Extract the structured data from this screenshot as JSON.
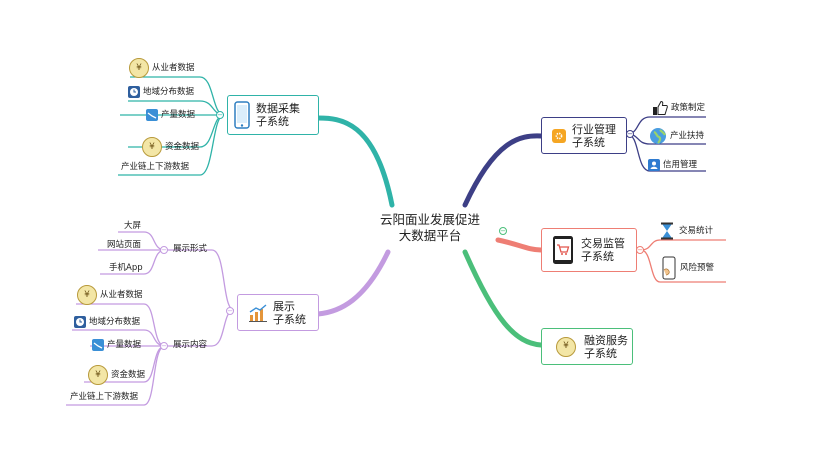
{
  "center": {
    "title": "云阳面业发展促进\n大数据平台"
  },
  "branches": {
    "data_collection": {
      "label": "数据采集\n子系统",
      "items": [
        "从业者数据",
        "地域分布数据",
        "产量数据",
        "资金数据",
        "产业链上下游数据"
      ]
    },
    "display": {
      "label": "展示\n子系统",
      "forms": {
        "label": "展示形式",
        "items": [
          "大屏",
          "网站页面",
          "手机App"
        ]
      },
      "content": {
        "label": "展示内容",
        "items": [
          "从业者数据",
          "地域分布数据",
          "产量数据",
          "资金数据",
          "产业链上下游数据"
        ]
      }
    },
    "industry_mgmt": {
      "label": "行业管理\n子系统",
      "items": [
        "政策制定",
        "产业扶持",
        "信用管理"
      ]
    },
    "trade_monitor": {
      "label": "交易监管\n子系统",
      "items": [
        "交易统计",
        "风险预警"
      ]
    },
    "finance": {
      "label": "融资服务\n子系统"
    }
  },
  "colors": {
    "teal": "#2fb3a8",
    "purple": "#c39be0",
    "navy": "#3d3f86",
    "coral": "#ee7e74",
    "green": "#4bbf7a"
  },
  "icons": {
    "data_collection": "phone-icon",
    "display": "chart-icon",
    "industry_mgmt": "gear-icon",
    "trade_monitor": "cart-tablet-icon",
    "finance": "yen-coin-icon"
  }
}
